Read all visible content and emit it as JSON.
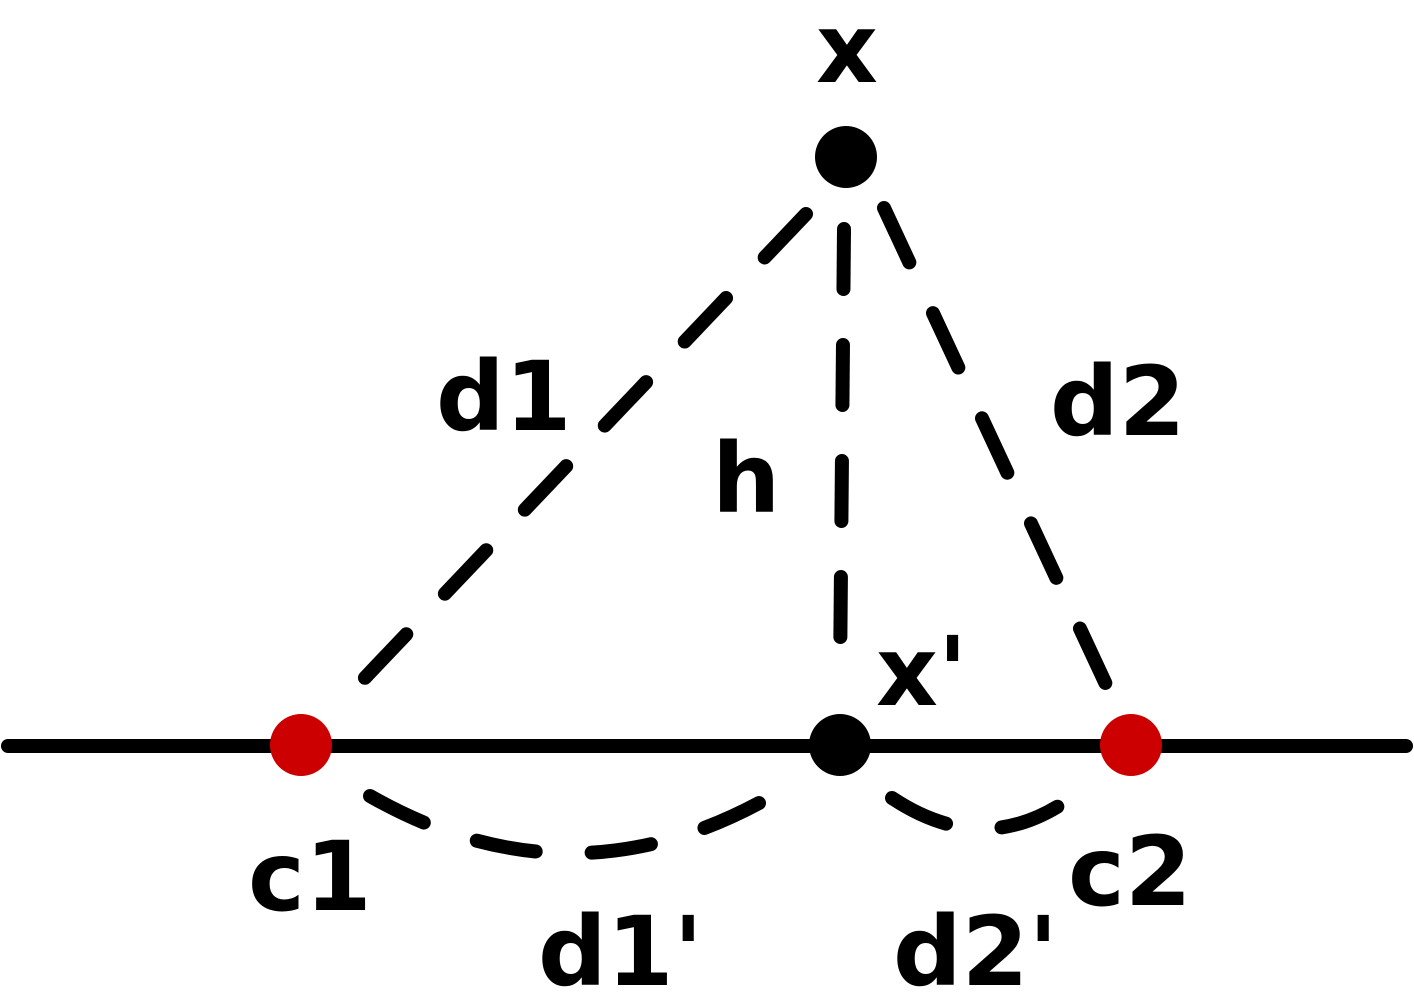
{
  "diagram": {
    "colors": {
      "ink": "#000000",
      "station": "#cc0000",
      "background": "#ffffff"
    },
    "labels": {
      "x": "x",
      "x_prime": "x'",
      "c1": "c1",
      "c2": "c2",
      "d1": "d1",
      "d2": "d2",
      "h": "h",
      "d1_prime": "d1'",
      "d2_prime": "d2'"
    }
  }
}
